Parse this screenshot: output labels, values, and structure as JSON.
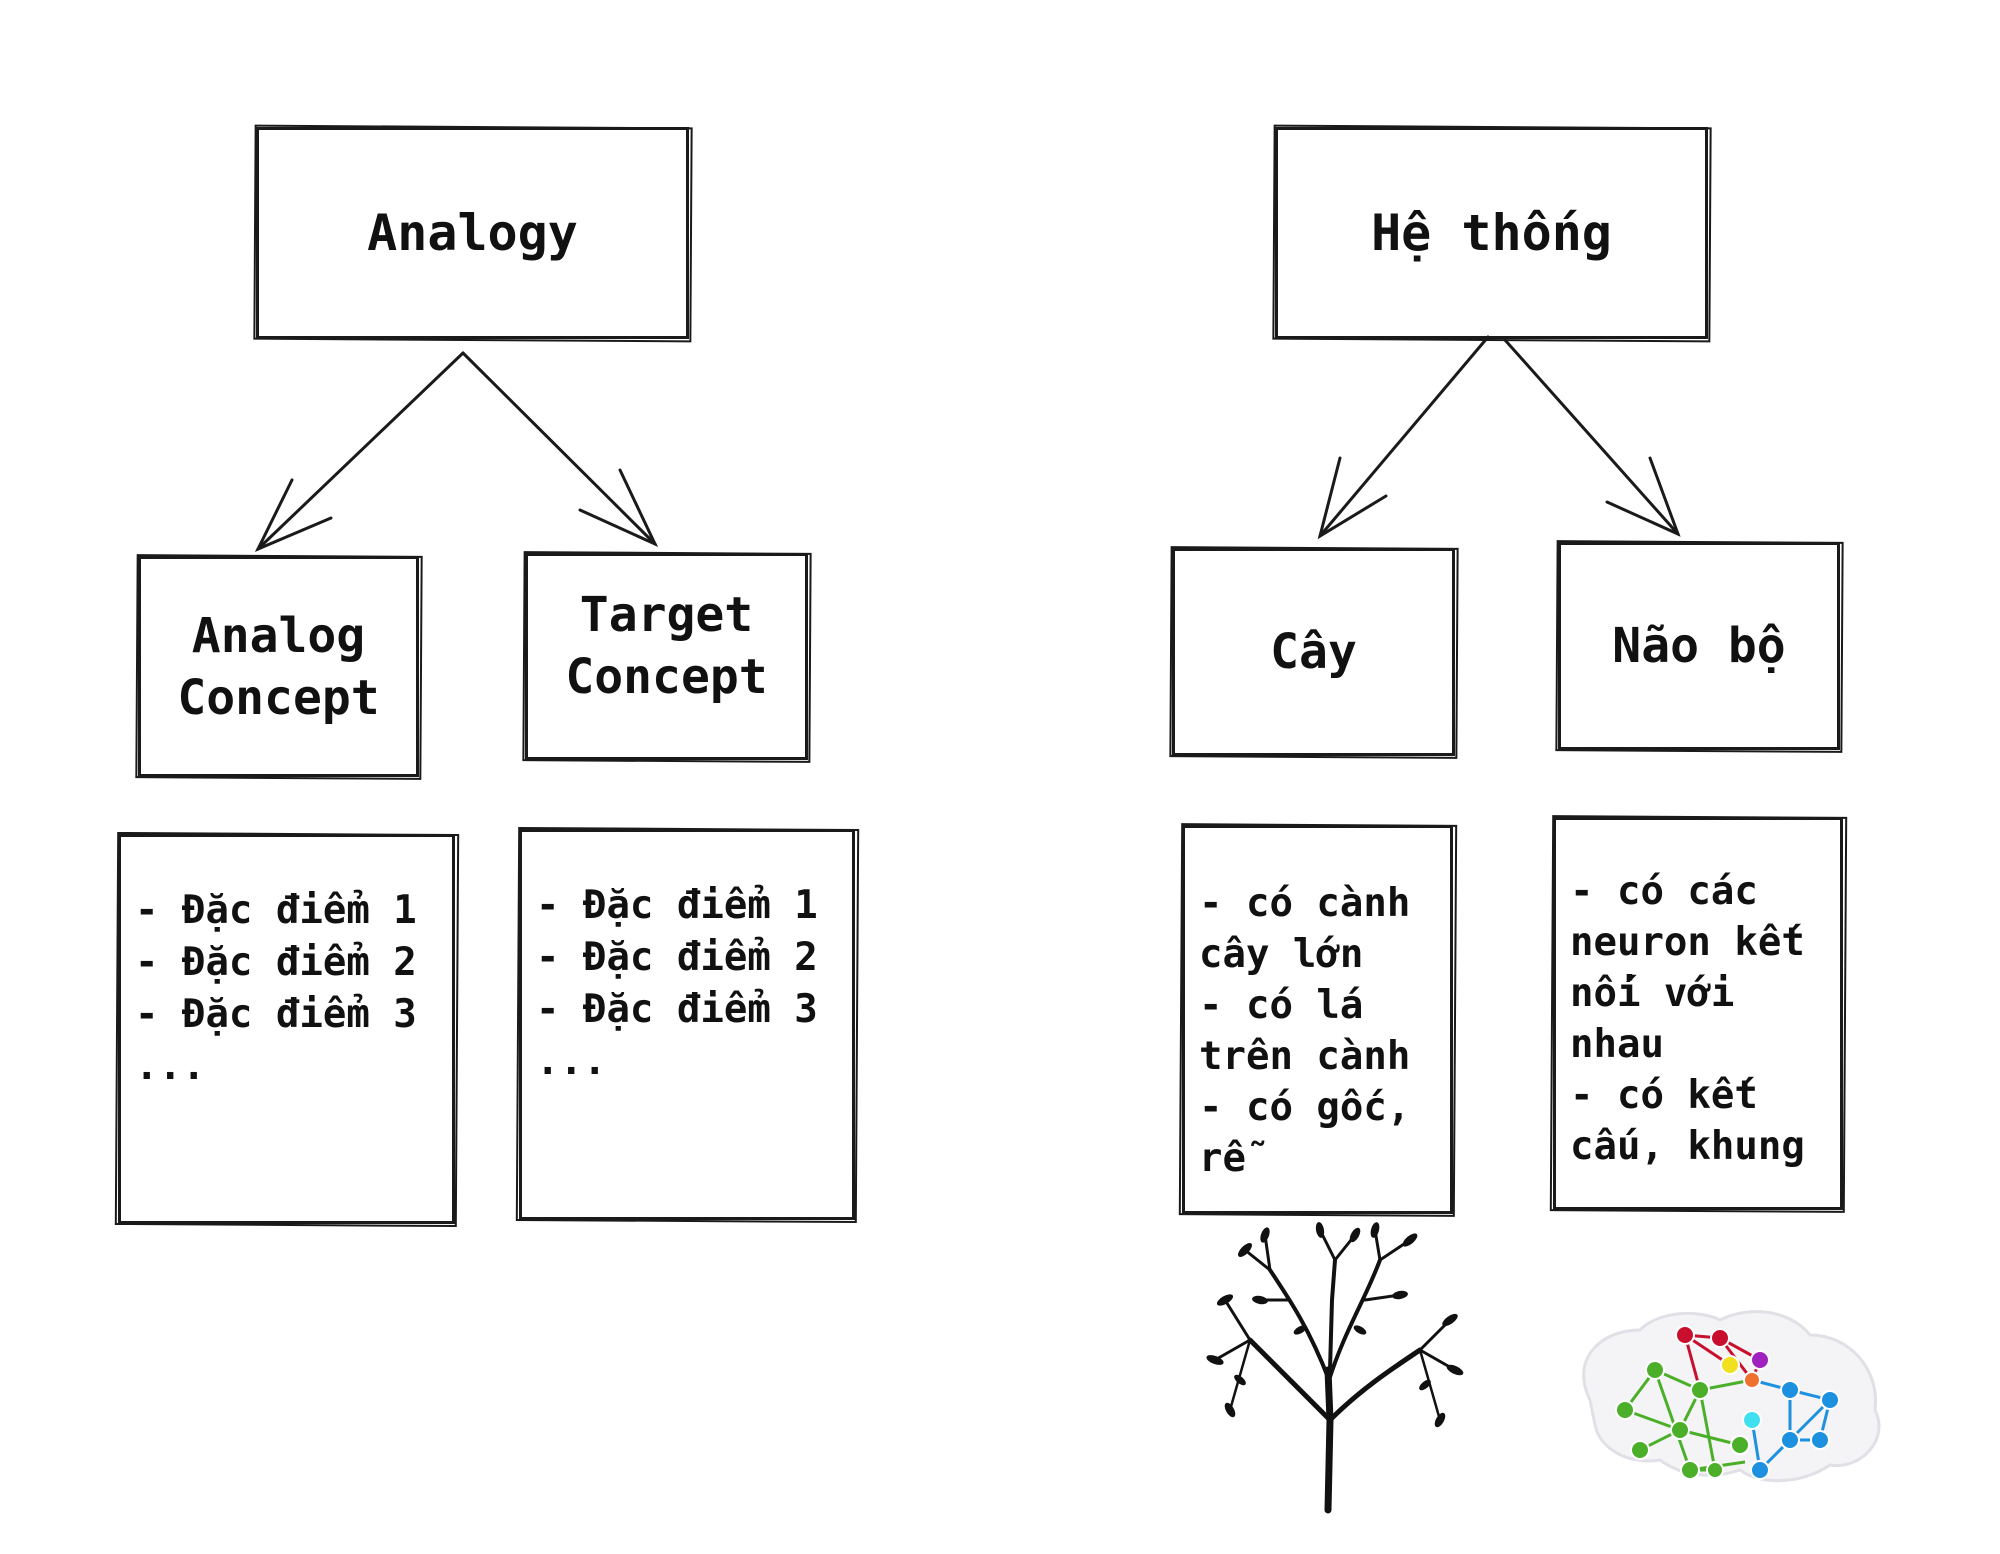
{
  "left": {
    "root": "Analogy",
    "children": [
      {
        "title": "Analog\nConcept",
        "items": [
          "- Đặc điểm 1",
          "- Đặc điểm 2",
          "- Đặc điểm 3",
          "..."
        ]
      },
      {
        "title": "Target\nConcept",
        "items": [
          "- Đặc điểm 1",
          "- Đặc điểm 2",
          "- Đặc điểm 3",
          "..."
        ]
      }
    ]
  },
  "right": {
    "root": "Hệ thống",
    "children": [
      {
        "title": "Cây",
        "items": [
          "- có cành",
          "cây lớn",
          "- có lá",
          "trên cành",
          "- có gốc,",
          "rễ"
        ]
      },
      {
        "title": "Não bộ",
        "items": [
          "- có các",
          "neuron kết",
          "nối với",
          "nhau",
          "- có kết",
          "cấu, khung"
        ]
      }
    ]
  },
  "icons": [
    "tree-icon",
    "brain-network-icon"
  ],
  "colors": {
    "stroke": "#1a1a1a",
    "green": "#4caf2a",
    "red": "#c8102e",
    "blue": "#1e90e0",
    "yellow": "#f0e020",
    "purple": "#a020c0",
    "orange": "#f07030",
    "cyan": "#40e0f0"
  }
}
